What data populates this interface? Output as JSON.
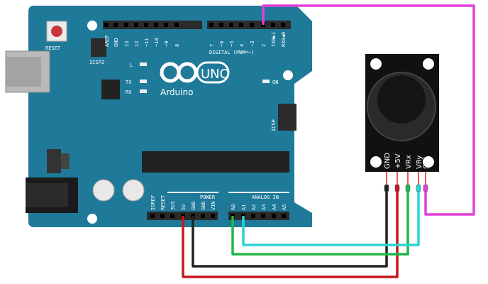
{
  "board": {
    "name": "Arduino",
    "model": "UNO",
    "reset_label": "RESET",
    "icsp2_label": "ICSP2",
    "icsp_label": "ICSP",
    "led_labels": [
      "L",
      "TX",
      "RX",
      "ON"
    ],
    "digital_label": "DIGITAL (PWM=~)",
    "digital_pins": [
      "AREF",
      "GND",
      "13",
      "12",
      "~11",
      "~10",
      "~9",
      "8",
      "7",
      "~6",
      "~5",
      "4",
      "~3",
      "2",
      "TX0▶1",
      "RX0◀0"
    ],
    "power_label": "POWER",
    "power_pins": [
      "IOREF",
      "RESET",
      "3V3",
      "5V",
      "GND",
      "GND",
      "VIN"
    ],
    "analog_label": "ANALOG IN",
    "analog_pins": [
      "A0",
      "A1",
      "A2",
      "A3",
      "A4",
      "A5"
    ],
    "color": "#1f7a9a"
  },
  "joystick": {
    "pins": [
      "GND",
      "+5V",
      "VRx",
      "VRy",
      "SW"
    ]
  },
  "wires": [
    {
      "from": "5V",
      "to": "+5V",
      "color": "#c8161d"
    },
    {
      "from": "GND",
      "to": "GND",
      "color": "#222222"
    },
    {
      "from": "A0",
      "to": "VRx",
      "color": "#1fb84a"
    },
    {
      "from": "A1",
      "to": "VRy",
      "color": "#2ad4d0"
    },
    {
      "from": "2",
      "to": "SW",
      "color": "#e040d8"
    }
  ]
}
